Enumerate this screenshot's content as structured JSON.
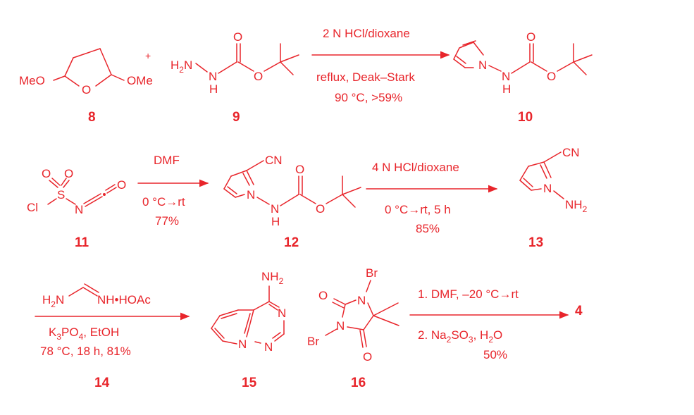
{
  "scheme": {
    "color": "#e8252b",
    "plus": "+",
    "compounds": {
      "c8": {
        "label": "8",
        "atoms": {
          "meo": "MeO",
          "o": "O",
          "ome": "OMe"
        }
      },
      "c9": {
        "label": "9",
        "atoms": {
          "h2n": "H2N",
          "n": "N",
          "h": "H",
          "o_carbonyl": "O",
          "o_ester": "O"
        }
      },
      "c10": {
        "label": "10",
        "atoms": {
          "n1": "N",
          "n2": "N",
          "h": "H",
          "o_carbonyl": "O",
          "o_ester": "O"
        }
      },
      "c11": {
        "label": "11",
        "atoms": {
          "o1": "O",
          "o2": "O",
          "s": "S",
          "cl": "Cl",
          "n": "N",
          "c": "C",
          "o3": "O"
        }
      },
      "c12": {
        "label": "12",
        "atoms": {
          "cn": "CN",
          "n1": "N",
          "n2": "N",
          "h": "H",
          "o_carbonyl": "O",
          "o_ester": "O"
        }
      },
      "c13": {
        "label": "13",
        "atoms": {
          "cn": "CN",
          "n": "N",
          "nh2": "NH2"
        }
      },
      "c14": {
        "label": "14",
        "atoms": {
          "h2n": "H2N",
          "rest": "NH•HOAc"
        }
      },
      "c15": {
        "label": "15",
        "atoms": {
          "nh2": "NH2",
          "n_ring": "N",
          "n_bridge": "N",
          "n_low": "N"
        }
      },
      "c16": {
        "label": "16",
        "atoms": {
          "br1": "Br",
          "n1": "N",
          "o1": "O",
          "n2": "N",
          "br2": "Br",
          "o2": "O"
        }
      },
      "c4": {
        "label": "4"
      }
    },
    "arrows": {
      "a1": {
        "above": "2 N HCl/dioxane",
        "below1": "reflux, Deak–Stark",
        "below2": "90 °C, >59%"
      },
      "a2": {
        "above": "DMF",
        "below1": "0 °C→rt",
        "below2": "77%"
      },
      "a3": {
        "above": "4 N HCl/dioxane",
        "below1": "0 °C→rt, 5 h",
        "below2": "85%"
      },
      "a4": {
        "below1": "K3PO4, EtOH",
        "below2": "78 °C, 18 h, 81%"
      },
      "a5": {
        "above": "1. DMF, –20 °C→rt",
        "below1": "2. Na2SO3, H2O",
        "below2": "50%"
      }
    }
  }
}
